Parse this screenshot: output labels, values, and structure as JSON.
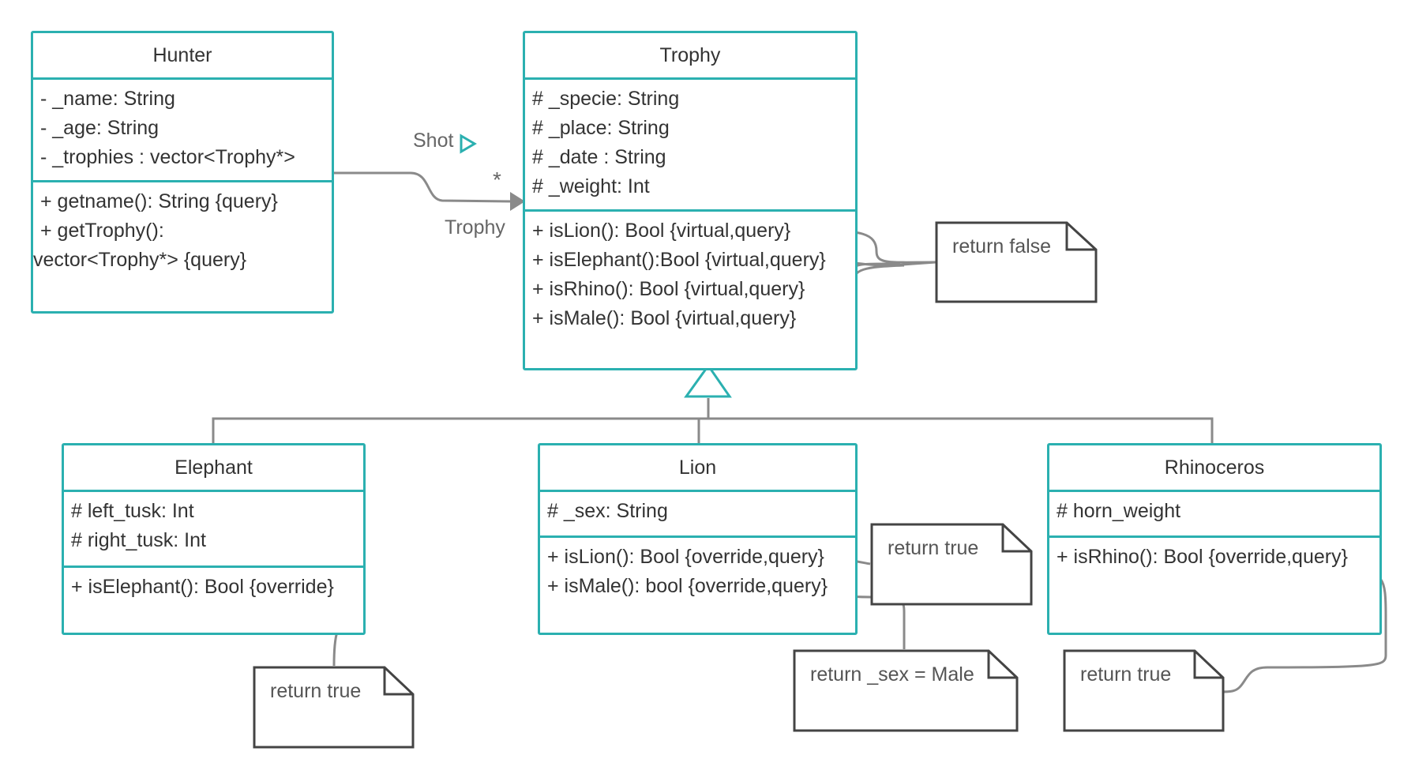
{
  "classes": {
    "hunter": {
      "name": "Hunter",
      "attributes": [
        "-  _name: String",
        "- _age: String",
        "- _trophies : vector<Trophy*>"
      ],
      "methods": [
        "+ getname(): String {query}",
        "+ getTrophy():",
        "vector<Trophy*> {query}"
      ]
    },
    "trophy": {
      "name": "Trophy",
      "attributes": [
        "# _specie: String",
        "# _place: String",
        "# _date : String",
        "# _weight: Int"
      ],
      "methods": [
        "+  isLion(): Bool  {virtual,query}",
        "+ isElephant():Bool {virtual,query}",
        "+ isRhino(): Bool {virtual,query}",
        "+ isMale(): Bool {virtual,query}"
      ]
    },
    "elephant": {
      "name": "Elephant",
      "attributes": [
        "#  left_tusk: Int",
        "# right_tusk: Int"
      ],
      "methods": [
        "+ isElephant(): Bool {override}"
      ]
    },
    "lion": {
      "name": "Lion",
      "attributes": [
        "#  _sex: String"
      ],
      "methods": [
        "+ isLion(): Bool {override,query}",
        "+ isMale(): bool {override,query}"
      ]
    },
    "rhinoceros": {
      "name": "Rhinoceros",
      "attributes": [
        "# horn_weight"
      ],
      "methods": [
        "+ isRhino(): Bool {override,query}"
      ]
    }
  },
  "association": {
    "name": "Shot",
    "multiplicity": "*",
    "role": "Trophy"
  },
  "notes": {
    "trophy_false": "return false",
    "lion_true": "return true",
    "lion_sex": "return _sex = Male",
    "elephant_true": "return true",
    "rhino_true": "return true"
  },
  "colors": {
    "class_border": "#2bb0b0",
    "connector": "#8a8a8a",
    "note_border": "#444444",
    "text": "#333333"
  }
}
